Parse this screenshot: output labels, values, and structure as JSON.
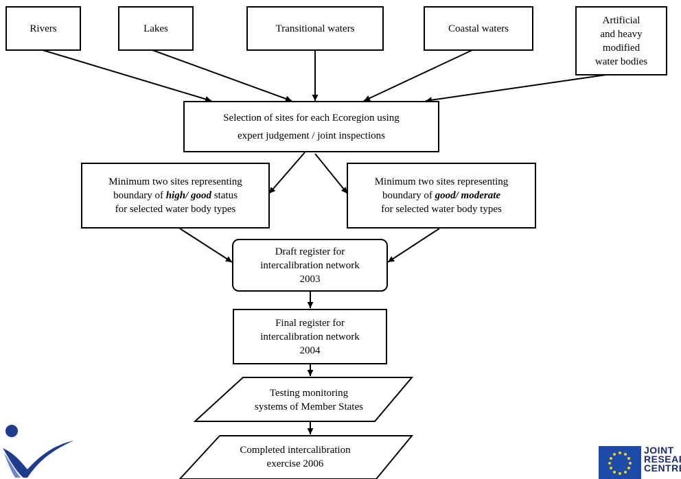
{
  "diagram": {
    "sources": {
      "rivers": "Rivers",
      "lakes": "Lakes",
      "transitional": "Transitional waters",
      "coastal": "Coastal waters",
      "artificial": [
        "Artificial",
        "and heavy",
        "modified",
        "water bodies"
      ]
    },
    "selection": [
      "Selection of sites for each Ecoregion using",
      "expert judgement / joint inspections"
    ],
    "high_good": {
      "line1": "Minimum two sites representing",
      "line2_pre": "boundary of ",
      "line2_emph": "high/ good",
      "line2_post": " status",
      "line3": "for selected water body types"
    },
    "good_moderate": {
      "line1": "Minimum two sites representing",
      "line2_pre": "boundary of ",
      "line2_emph": "good/ moderate",
      "line3": "for selected water body types"
    },
    "draft": [
      "Draft register for",
      "intercalibration network",
      "2003"
    ],
    "final": [
      "Final register for",
      "intercalibration network",
      "2004"
    ],
    "testing": [
      "Testing monitoring",
      "systems of  Member States"
    ],
    "completed": [
      "Completed intercalibration",
      "exercise 2006"
    ]
  },
  "logos": {
    "left": "wave-person-logo",
    "right": "eu-flag-logo",
    "right_text": "JOINT\nRESEARCH\nCENTRE"
  },
  "colors": {
    "logo_blue": "#1f3b8c",
    "eu_blue": "#1e4aa8",
    "eu_star": "#f6d21a"
  }
}
